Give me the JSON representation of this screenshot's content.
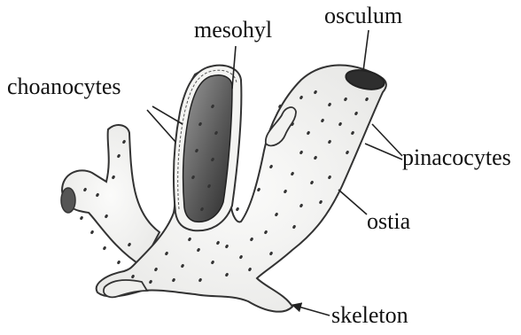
{
  "labels": {
    "mesohyl": "mesohyl",
    "osculum": "osculum",
    "choanocytes": "choanocytes",
    "pinacocytes": "pinacocytes",
    "ostia": "ostia",
    "skeleton": "skeleton"
  },
  "colors": {
    "body_fill": "#f4f4f2",
    "outline": "#333333",
    "cavity_dark": "#3a3a3a",
    "pore": "#333333",
    "leader": "#222222"
  }
}
